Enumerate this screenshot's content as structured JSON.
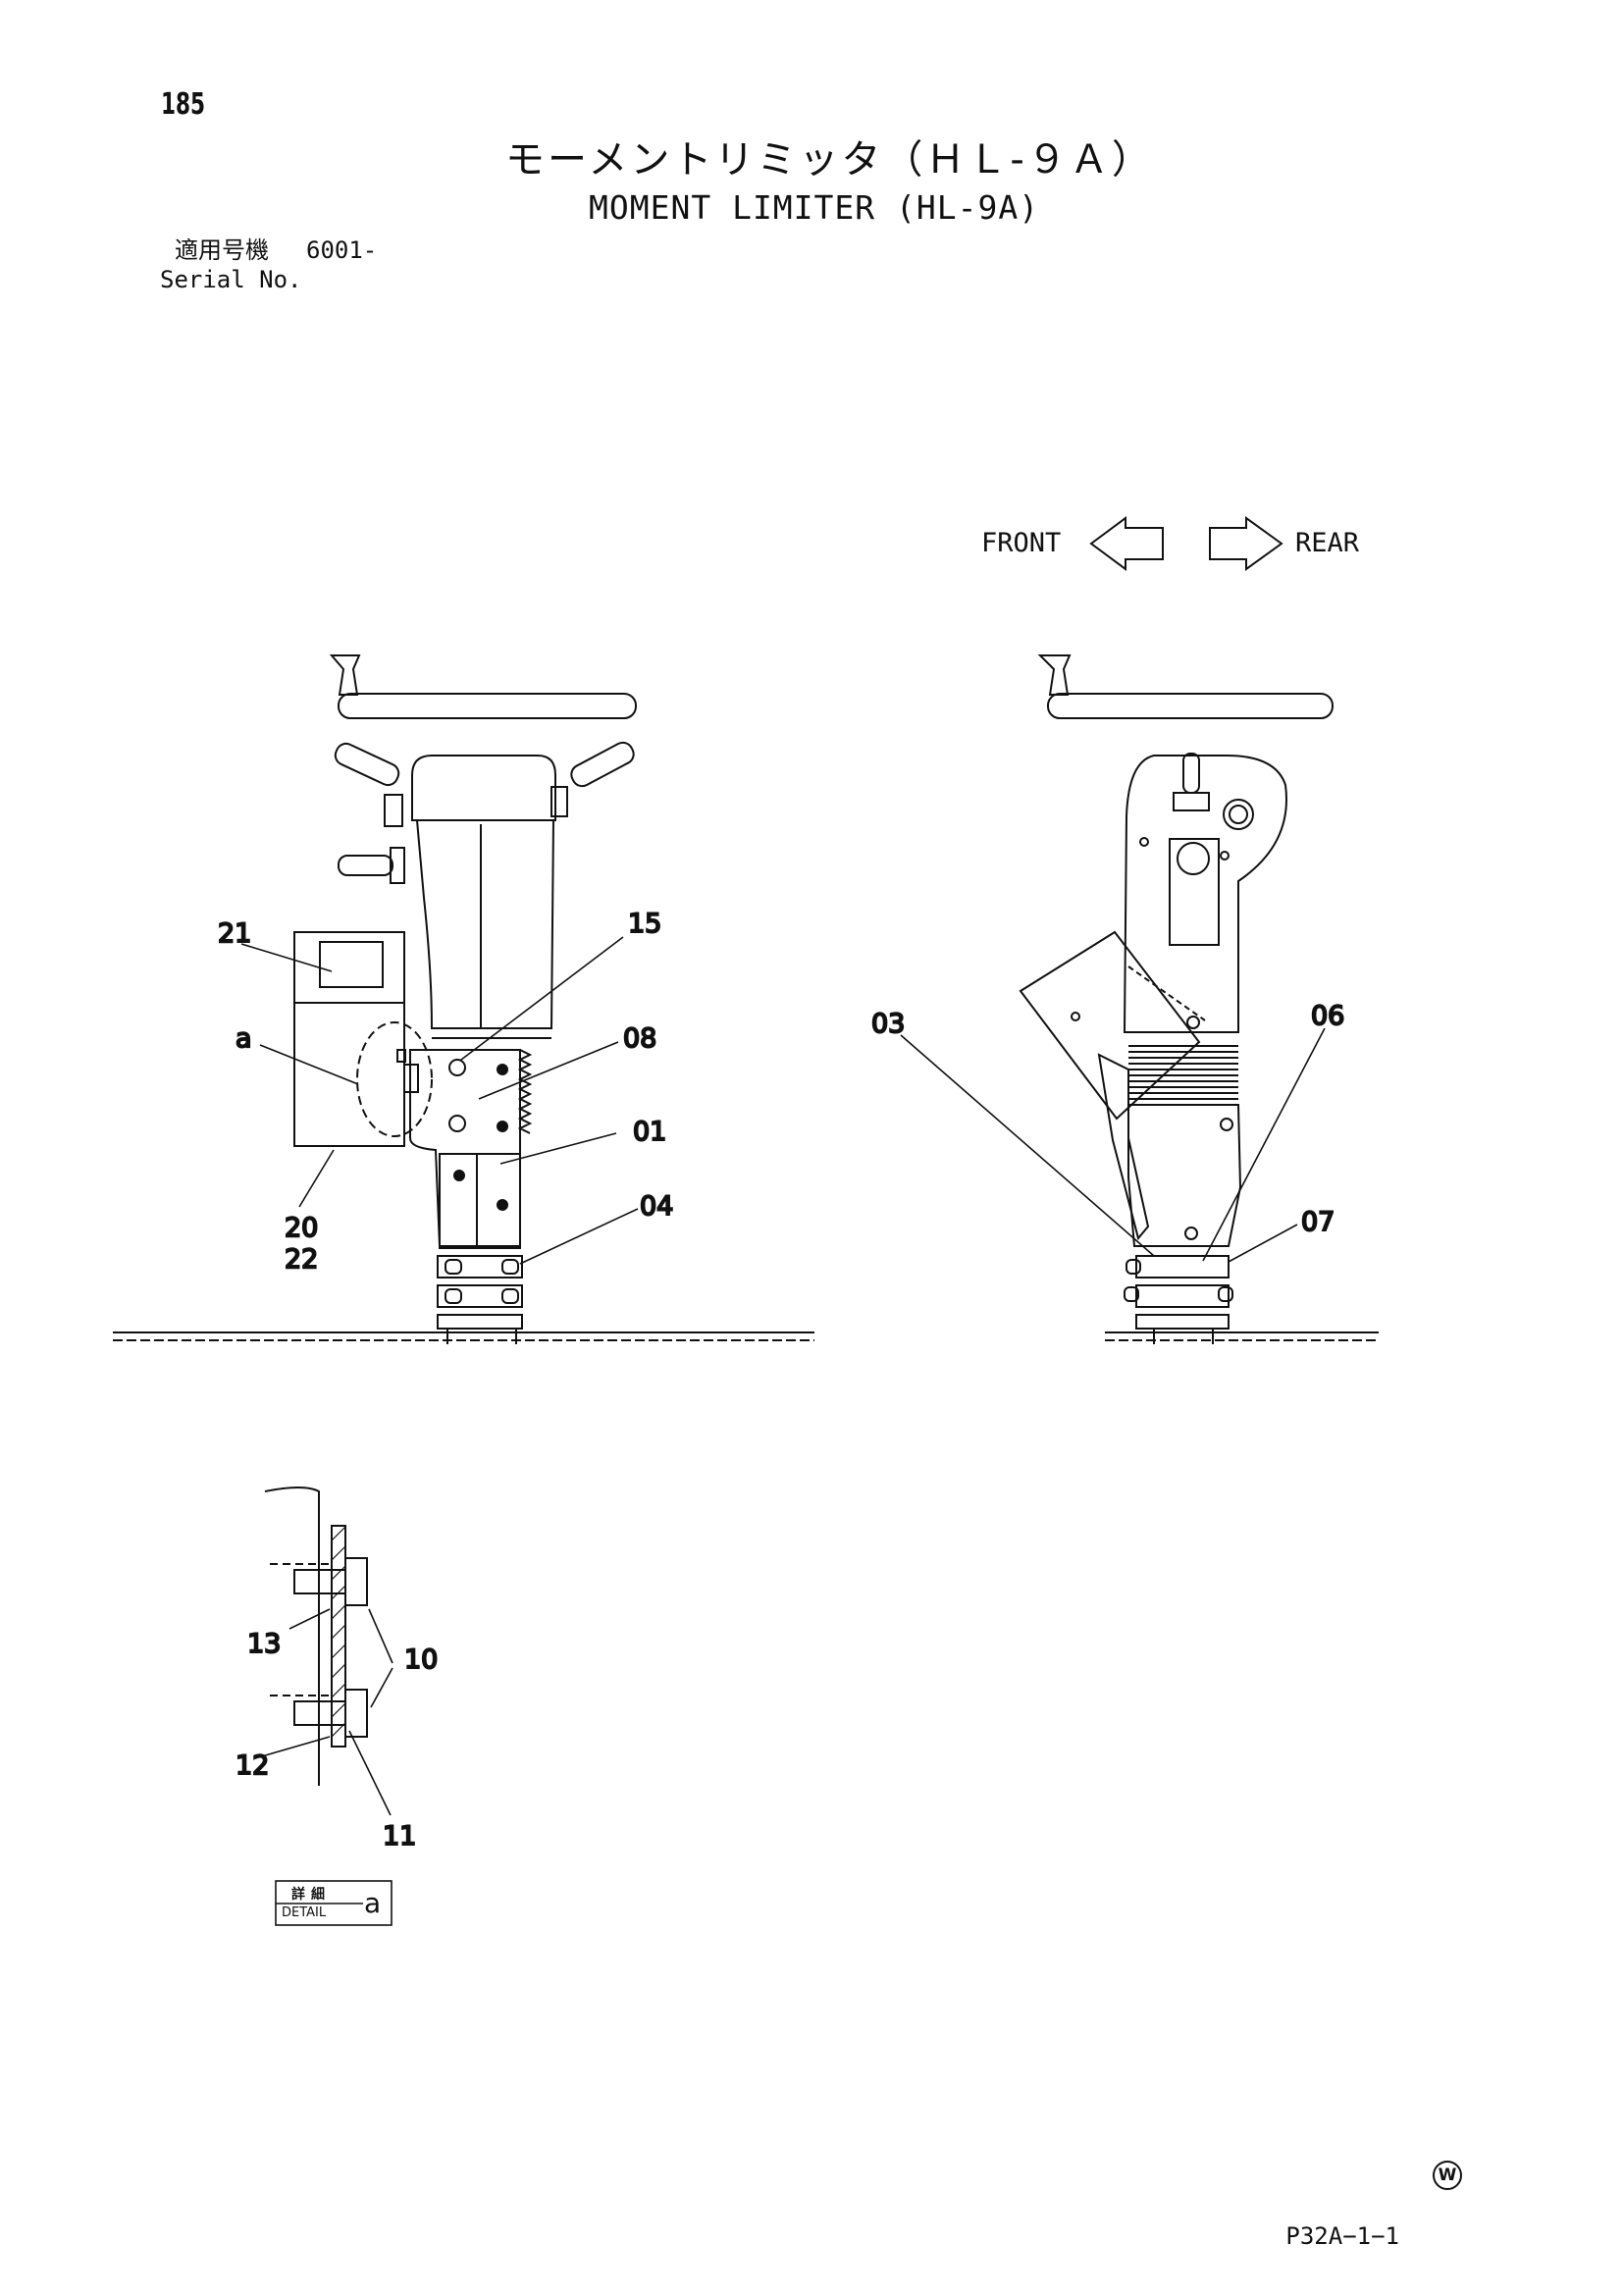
{
  "header": {
    "page_number": "185",
    "title_jp": "モーメントリミッタ（ＨＬ-９Ａ）",
    "title_en": "MOMENT LIMITER (HL-9A)",
    "serial_label_jp": "適用号機",
    "serial_value": "6001-",
    "serial_label_en": "Serial No."
  },
  "orientation": {
    "front_label": "FRONT",
    "rear_label": "REAR"
  },
  "callouts": {
    "c01": "01",
    "c03": "03",
    "c04": "04",
    "c06": "06",
    "c07": "07",
    "c08": "08",
    "c10": "10",
    "c11": "11",
    "c12": "12",
    "c13": "13",
    "c15": "15",
    "c20": "20",
    "c21": "21",
    "c22": "22",
    "ca": "a"
  },
  "detail_label": {
    "jp": "詳細",
    "en": "DETAIL",
    "letter": "a"
  },
  "footer": {
    "watermark": "W",
    "page_code": "P32A−1−1"
  }
}
